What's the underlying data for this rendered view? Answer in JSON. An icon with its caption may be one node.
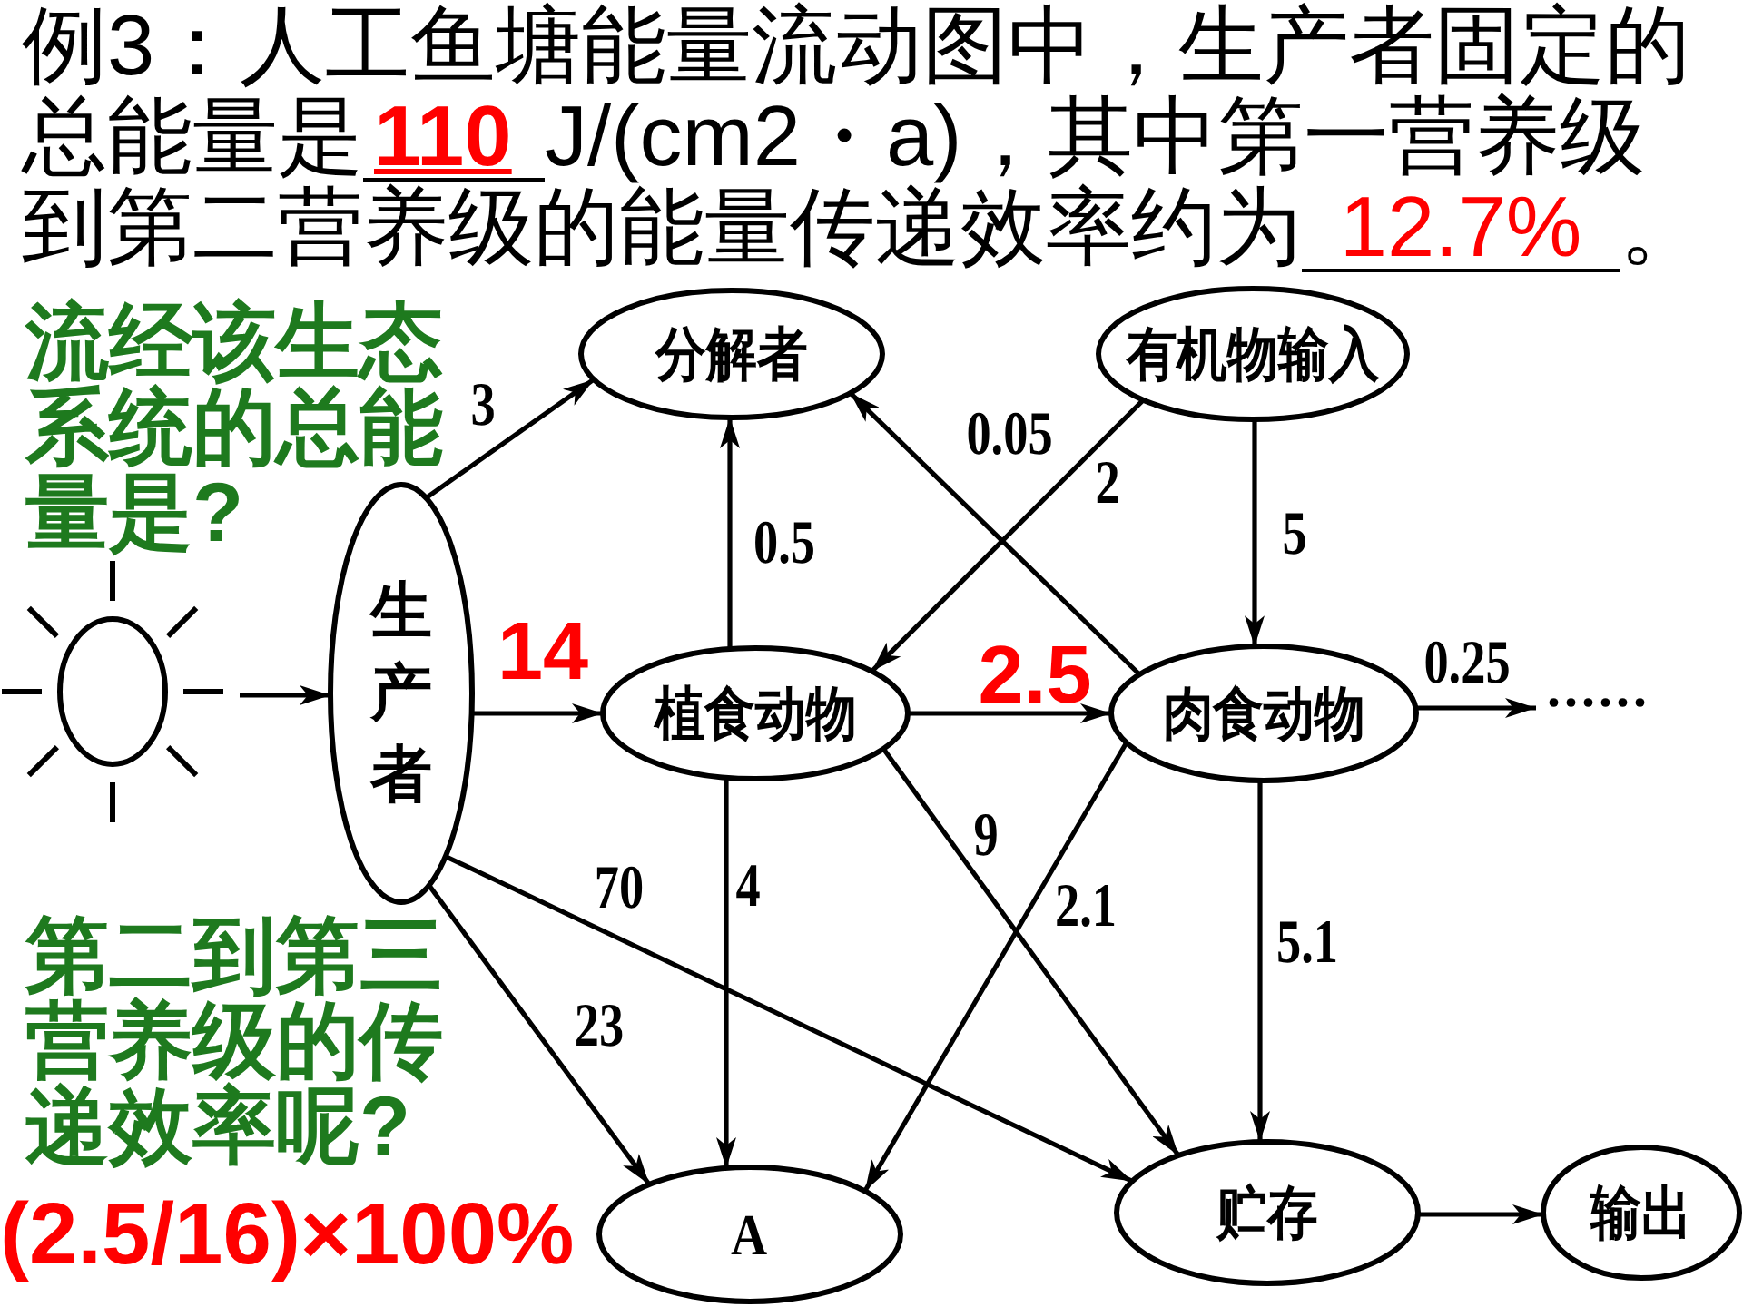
{
  "diagram": {
    "nodes": [
      {
        "text": [
          "分解者"
        ]
      },
      {
        "text": [
          "有机物输入"
        ]
      },
      {
        "text": [],
        "shape": "picture"
      },
      {
        "text": [
          "生产者"
        ]
      },
      {
        "text": [
          "植食动物"
        ]
      },
      {
        "text": [
          "肉食动物"
        ]
      },
      {
        "text": [
          "......"
        ]
      },
      {
        "text": [
          "A"
        ]
      },
      {
        "text": [
          "贮存"
        ]
      },
      {
        "text": [
          "输出"
        ]
      }
    ],
    "edges": [
      {
        "from": 2,
        "to": 3,
        "arrow": "to"
      },
      {
        "from": 3,
        "to": 0,
        "arrow": "to",
        "label": "3"
      },
      {
        "from": 3,
        "to": 4,
        "arrow": "to",
        "label": "14"
      },
      {
        "from": 3,
        "to": 7,
        "arrow": "to",
        "label": "23"
      },
      {
        "from": 3,
        "to": 8,
        "arrow": "to",
        "label": "70"
      },
      {
        "from": 4,
        "to": 0,
        "arrow": "to",
        "label": "0.5"
      },
      {
        "from": 4,
        "to": 5,
        "arrow": "to",
        "label": "2.5"
      },
      {
        "from": 4,
        "to": 7,
        "arrow": "to",
        "label": "4"
      },
      {
        "from": 4,
        "to": 8,
        "arrow": "to",
        "label": "9"
      },
      {
        "from": 1,
        "to": 4,
        "arrow": "to",
        "label": "2"
      },
      {
        "from": 1,
        "to": 5,
        "arrow": "to",
        "label": "5"
      },
      {
        "from": 5,
        "to": 0,
        "arrow": "to",
        "label": "0.05"
      },
      {
        "from": 5,
        "to": 6,
        "arrow": "to",
        "label": "0.25"
      },
      {
        "from": 5,
        "to": 7,
        "arrow": "to",
        "label": "2.1"
      },
      {
        "from": 5,
        "to": 8,
        "arrow": "to",
        "label": "5.1"
      },
      {
        "from": 8,
        "to": 9,
        "arrow": "to"
      }
    ],
    "labels": [
      "例3：人工鱼塘能量流动图中，生产者固定的总能量是",
      "110",
      "J/(cm2・a)，其中第一营养级到第二营养级的能量传递效率约为",
      "12.7%",
      "。",
      "流经该生态系统的总能量是?",
      "第二到第三营养级的传递效率呢?",
      "(2.5/16)×100%"
    ]
  }
}
